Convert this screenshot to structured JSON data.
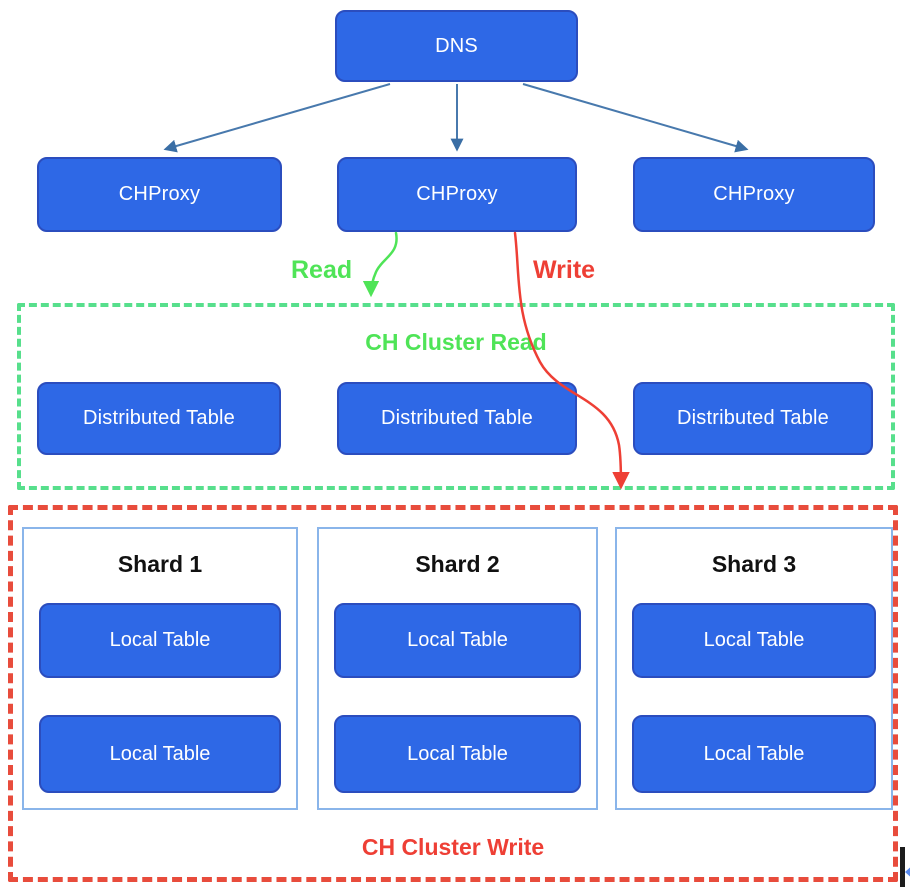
{
  "diagram": {
    "dns": {
      "label": "DNS"
    },
    "proxies": [
      {
        "label": "CHProxy"
      },
      {
        "label": "CHProxy"
      },
      {
        "label": "CHProxy"
      }
    ],
    "edges": {
      "read_label": "Read",
      "write_label": "Write"
    },
    "read_cluster": {
      "title": "CH Cluster Read",
      "distributed_tables": [
        "Distributed Table",
        "Distributed Table",
        "Distributed Table"
      ]
    },
    "write_cluster": {
      "title": "CH Cluster Write",
      "shards": [
        {
          "name": "Shard 1",
          "local_tables": [
            "Local Table",
            "Local Table"
          ]
        },
        {
          "name": "Shard 2",
          "local_tables": [
            "Local Table",
            "Local Table"
          ]
        },
        {
          "name": "Shard 3",
          "local_tables": [
            "Local Table",
            "Local Table"
          ]
        }
      ]
    },
    "colors": {
      "node_fill": "#2e68e6",
      "node_border": "#2b4dbe",
      "arrow_blue": "#4879ad",
      "read_green": "#4fe457",
      "green_dash": "#57df8c",
      "write_red": "#ee3f35",
      "red_dash": "#e84c3c",
      "shard_border": "#8ab5ea"
    }
  }
}
